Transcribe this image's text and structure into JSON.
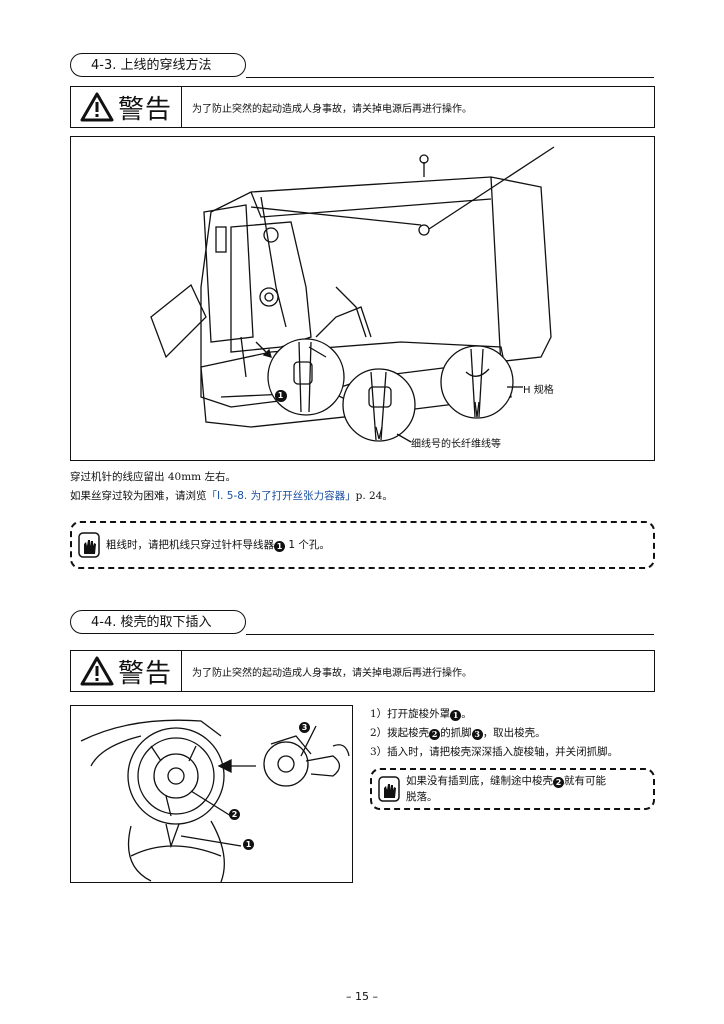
{
  "section1": {
    "title": "4-3. 上线的穿线方法",
    "warning_word": "警告",
    "warning_text": "为了防止突然的起动造成人身事故，请关掉电源后再进行操作。",
    "figure_labels": {
      "marker1": "1",
      "h_gauge": "H 规格",
      "fine_thread": "细线号的长纤维线等"
    },
    "text_line1": "穿过机针的线应留出 40mm 左右。",
    "text_line2_prefix": "如果丝穿过较为困难，请浏览",
    "text_line2_link": "「I. 5-8.  为了打开丝张力容器」",
    "text_line2_suffix": "p. 24。",
    "note": {
      "text_before": "粗线时，请把机线只穿过针杆导线器",
      "marker": "1",
      "text_after": " 1 个孔。"
    }
  },
  "section2": {
    "title": "4-4. 梭壳的取下插入",
    "warning_word": "警告",
    "warning_text": "为了防止突然的起动造成人身事故，请关掉电源后再进行操作。",
    "figure_labels": {
      "m1": "1",
      "m2": "2",
      "m3": "3"
    },
    "steps": [
      {
        "pre": "1）打开旋梭外罩",
        "m": "1",
        "post": "。"
      },
      {
        "pre": "2）拨起梭壳",
        "m": "2",
        "mid": "的抓脚",
        "m2": "3",
        "post": "，取出梭壳。"
      },
      {
        "pre": "3）插入时，请把梭壳深深插入旋梭轴，并关闭抓脚。"
      }
    ],
    "note": {
      "line1_before": "如果没有插到底，缝制途中梭壳",
      "marker": "2",
      "line1_after": "就有可能",
      "line2": "脱落。"
    }
  },
  "page_number": "– 15 –"
}
